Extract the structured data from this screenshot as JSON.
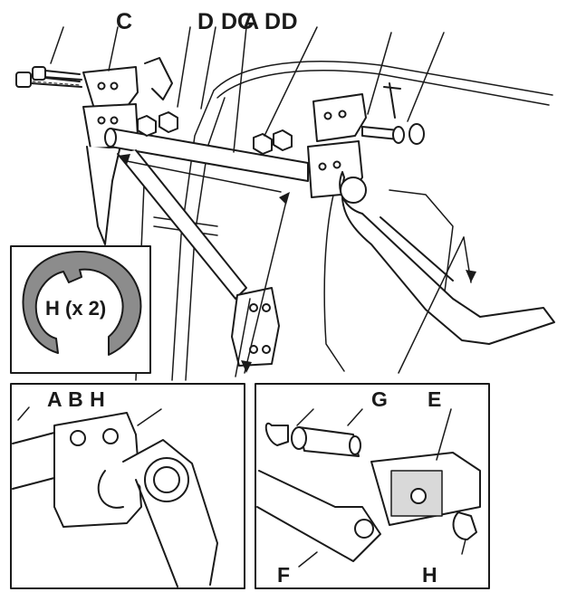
{
  "labels": {
    "top_c": "C",
    "top_d_group": "D D",
    "top_a_overlap": "A",
    "top_c_overlap": "C",
    "top_dd": "DD",
    "ring": "H (x 2)",
    "left_inset": "A B H",
    "right_g": "G",
    "right_e": "E",
    "right_f": "F",
    "right_h": "H"
  },
  "colors": {
    "line": "#1a1a1a",
    "ring_fill": "#8c8c8c",
    "panel_fill": "#ffffff",
    "shade": "#d9d9d9"
  }
}
